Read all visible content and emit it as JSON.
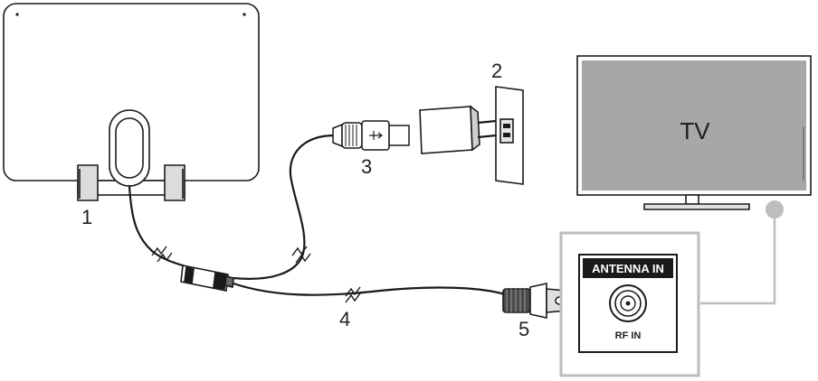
{
  "diagram": {
    "callouts": {
      "antenna": "1",
      "adapter": "2",
      "usb": "3",
      "cable": "4",
      "connector": "5"
    },
    "tv_label": "TV",
    "port_header": "ANTENNA IN",
    "port_sub": "RF IN"
  },
  "colors": {
    "line": "#1a1a1a",
    "tv_screen": "#a7a7a7",
    "callout_box": "#bdbdbd",
    "port_header_bg": "#1a1a1a"
  }
}
